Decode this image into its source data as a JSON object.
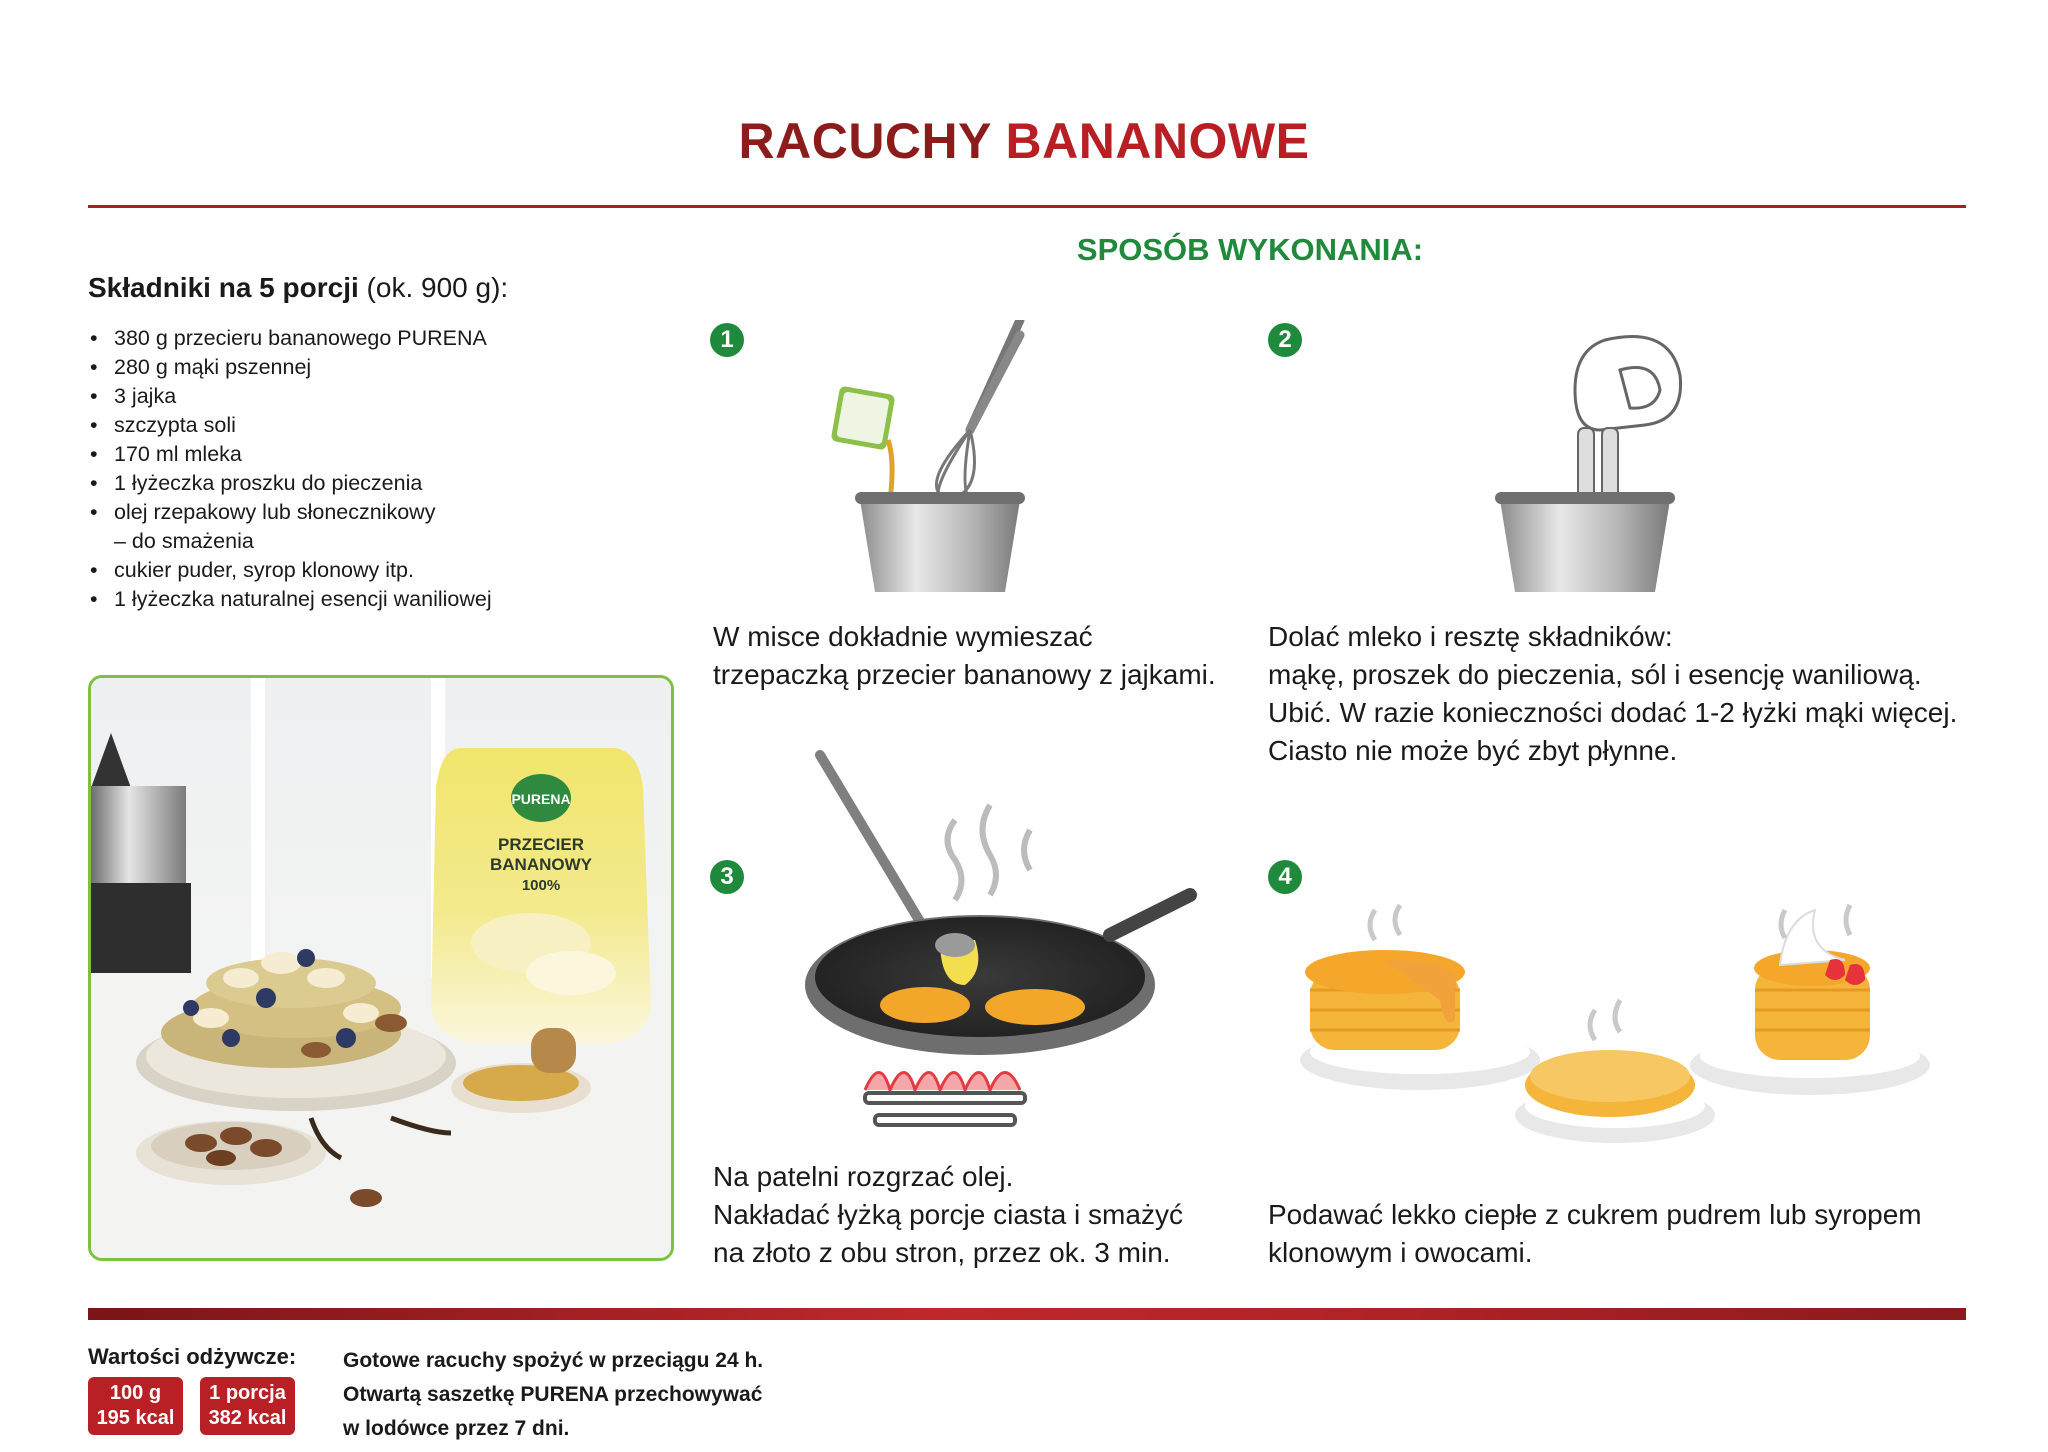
{
  "title": {
    "part1": "RACUCHY",
    "part2": "BANANOWE"
  },
  "method_heading": "SPOSÓB WYKONANIA:",
  "ingredients": {
    "heading_bold": "Składniki na 5 porcji",
    "heading_rest": "(ok. 900 g):",
    "items": [
      "380 g przecieru bananowego PURENA",
      "280 g mąki pszennej",
      "3 jajka",
      "szczypta soli",
      "170 ml mleka",
      "1 łyżeczka proszku do pieczenia",
      "olej rzepakowy lub słonecznikowy",
      "– do smażenia",
      "cukier puder, syrop klonowy itp.",
      "1 łyżeczka naturalnej esencji waniliowej"
    ]
  },
  "photo": {
    "pouch_brand": "PURENA",
    "pouch_line1": "PRZECIER",
    "pouch_line2": "BANANOWY",
    "pouch_line3": "100%"
  },
  "steps": [
    {
      "number": "1",
      "lines": [
        "W misce dokładnie wymieszać",
        "trzepaczką przecier bananowy z jajkami."
      ]
    },
    {
      "number": "2",
      "lines": [
        "Dolać mleko i resztę składników:",
        "mąkę, proszek do pieczenia, sól i esencję waniliową.",
        "Ubić. W razie konieczności dodać 1-2 łyżki mąki więcej.",
        "Ciasto nie może być zbyt płynne."
      ]
    },
    {
      "number": "3",
      "lines": [
        "Na patelni rozgrzać olej.",
        "Nakładać łyżką porcje ciasta i smażyć",
        "na złoto z obu stron, przez ok. 3 min."
      ]
    },
    {
      "number": "4",
      "lines": [
        "Podawać lekko ciepłe z cukrem pudrem lub syropem",
        "klonowym i owocami."
      ]
    }
  ],
  "nutrition": {
    "label": "Wartości odżywcze:",
    "badges": [
      {
        "line1": "100 g",
        "line2": "195 kcal"
      },
      {
        "line1": "1 porcja",
        "line2": "382 kcal"
      }
    ]
  },
  "storage": {
    "lines": [
      "Gotowe racuchy spożyć w przeciągu 24 h.",
      "Otwartą saszetkę PURENA przechowywać",
      "w lodówce przez 7 dni."
    ]
  },
  "colors": {
    "title_dark": "#8c1c1c",
    "title_red": "#b81f25",
    "green": "#1f8a3c",
    "photo_border": "#7dc143",
    "badge": "#b82025"
  }
}
